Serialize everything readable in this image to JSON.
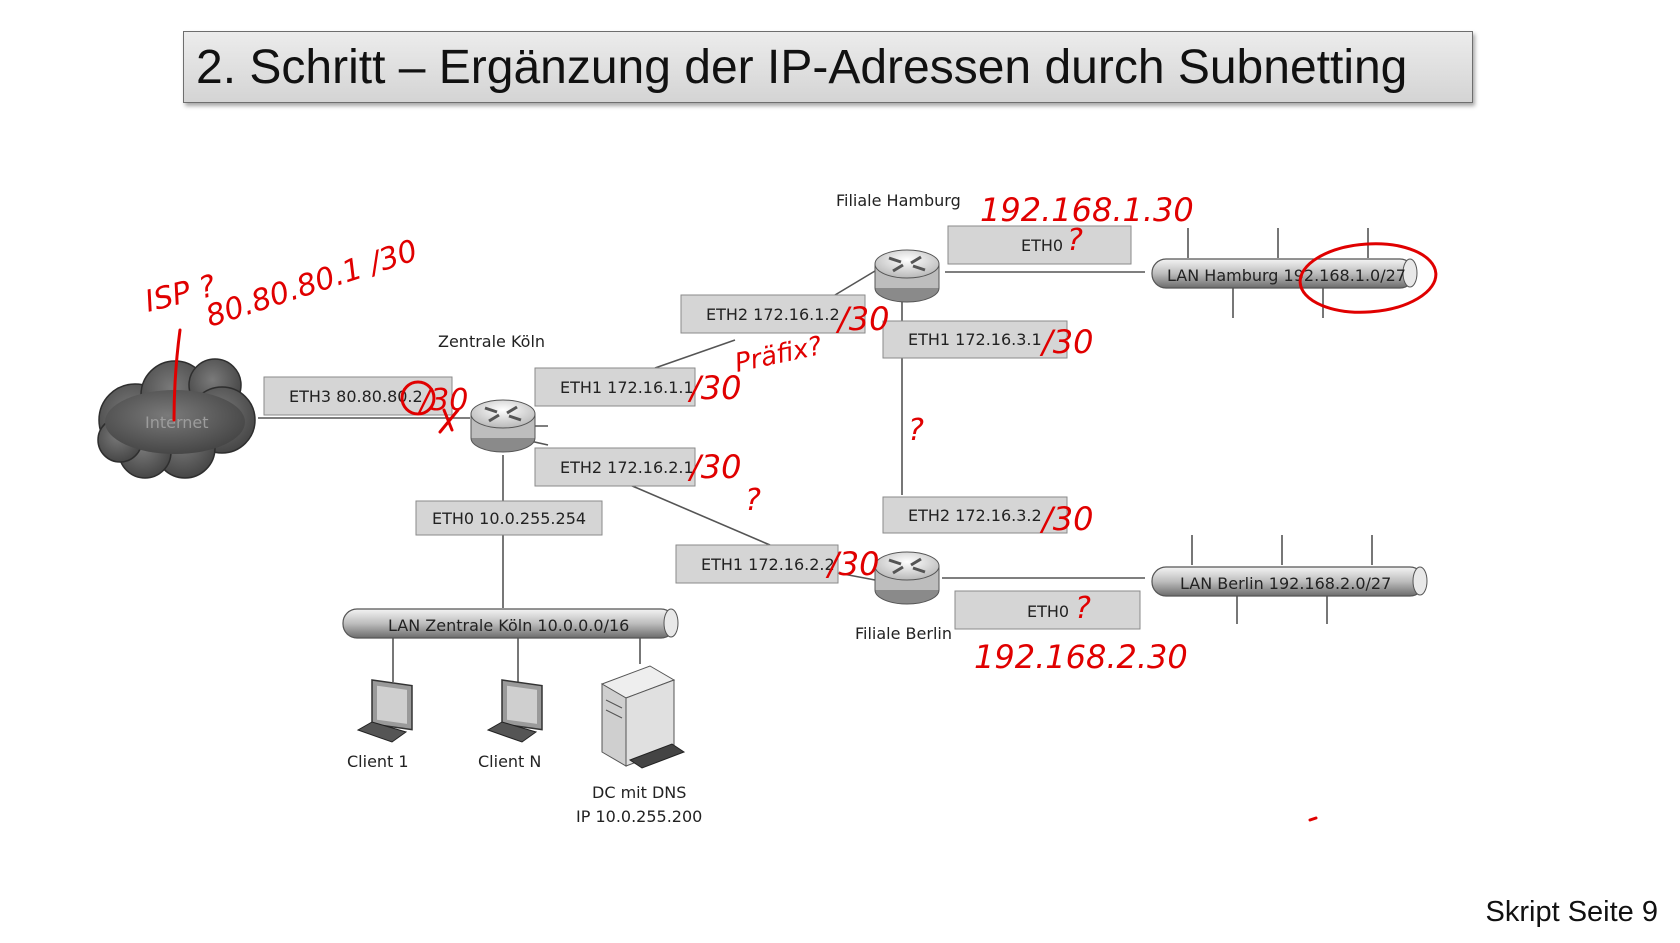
{
  "title": "2. Schritt – Ergänzung der IP-Adressen durch Subnetting",
  "footer": "Skript Seite 9",
  "nodes": {
    "internet": "Internet",
    "zentrale": "Zentrale Köln",
    "hamburg": "Filiale Hamburg",
    "berlin": "Filiale Berlin",
    "client1": "Client 1",
    "clientN": "Client N",
    "dc_line1": "DC mit DNS",
    "dc_line2": "IP 10.0.255.200"
  },
  "interfaces": {
    "koeln_eth3": "ETH3 80.80.80.2",
    "koeln_eth1": "ETH1 172.16.1.1",
    "koeln_eth2": "ETH2 172.16.2.1",
    "koeln_eth0": "ETH0 10.0.255.254",
    "hh_eth0": "ETH0",
    "hh_eth2": "ETH2 172.16.1.2",
    "hh_eth1": "ETH1 172.16.3.1",
    "b_eth2": "ETH2 172.16.3.2",
    "b_eth1": "ETH1 172.16.2.2",
    "b_eth0": "ETH0"
  },
  "lans": {
    "hamburg": "LAN Hamburg 192.168.1.0/27",
    "berlin": "LAN Berlin  192.168.2.0/27",
    "koeln": "LAN Zentrale Köln 10.0.0.0/16"
  },
  "annotations": {
    "isp": "ISP ?",
    "isp_ip": "80.80.80.1 /30",
    "hh_ip": "192.168.1.30",
    "berlin_ip": "192.168.2.30",
    "praefix": "Präfix?",
    "prefix30": "/30",
    "question": "?"
  }
}
